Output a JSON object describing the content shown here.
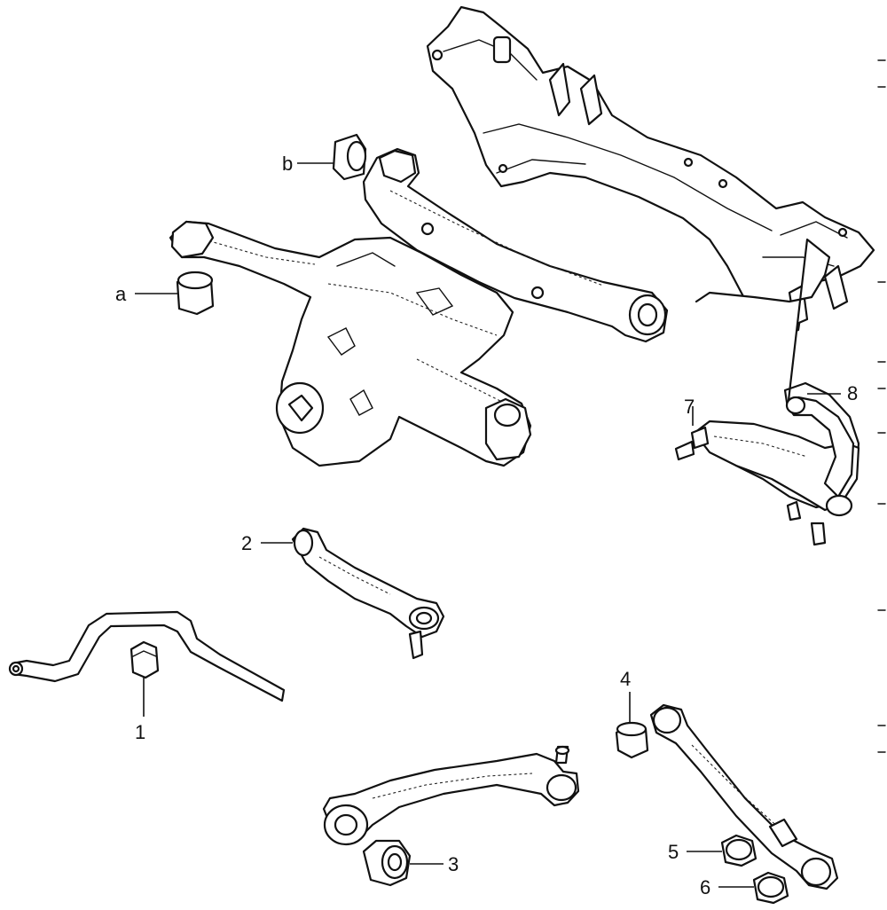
{
  "diagram": {
    "callouts": {
      "a": "a",
      "b": "b",
      "c1": "1",
      "c2": "2",
      "c3": "3",
      "c4": "4",
      "c5": "5",
      "c6": "6",
      "c7": "7",
      "c8": "8"
    },
    "parts": [
      "rear-subframe-crossmember",
      "rear-differential-carrier",
      "differential-mount-bracket",
      "stabilizer-bar",
      "stabilizer-bushing",
      "upper-trailing-arm",
      "lower-control-arm",
      "lower-arm-bushing",
      "lateral-link",
      "lateral-link-bushing-inner",
      "lateral-link-bushing-outer",
      "upper-control-arm",
      "ball-joint"
    ]
  }
}
